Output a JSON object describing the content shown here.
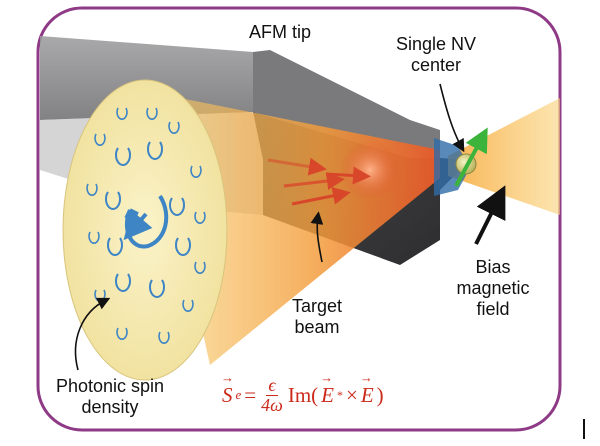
{
  "labels": {
    "afm_tip": "AFM tip",
    "single_nv_center": "Single NV\ncenter",
    "bias_magnetic_field": "Bias\nmagnetic\nfield",
    "target_beam": "Target\nbeam",
    "photonic_spin_density": "Photonic spin\ndensity"
  },
  "formula": {
    "lhs_symbol": "S",
    "lhs_subscript": "e",
    "equals": "=",
    "numerator": "ϵ",
    "denominator": "4ω",
    "operator": "Im(",
    "field_conj": "E",
    "conj_mark": "*",
    "times": "×",
    "field": "E",
    "close": ")"
  },
  "colors": {
    "frame_border": "#8f3a86",
    "disk_fill": "#f6ecb2",
    "beam_fill": "#f5b340",
    "tip_fill": "#5b5b5d",
    "formula_text": "#cc2a1a",
    "arrow_green": "#3cb43c",
    "nv_blue": "#3e85c6"
  },
  "icons": {
    "spin_circulation": "circular-arrow-icon",
    "magnetic_arrow": "arrow-icon"
  }
}
